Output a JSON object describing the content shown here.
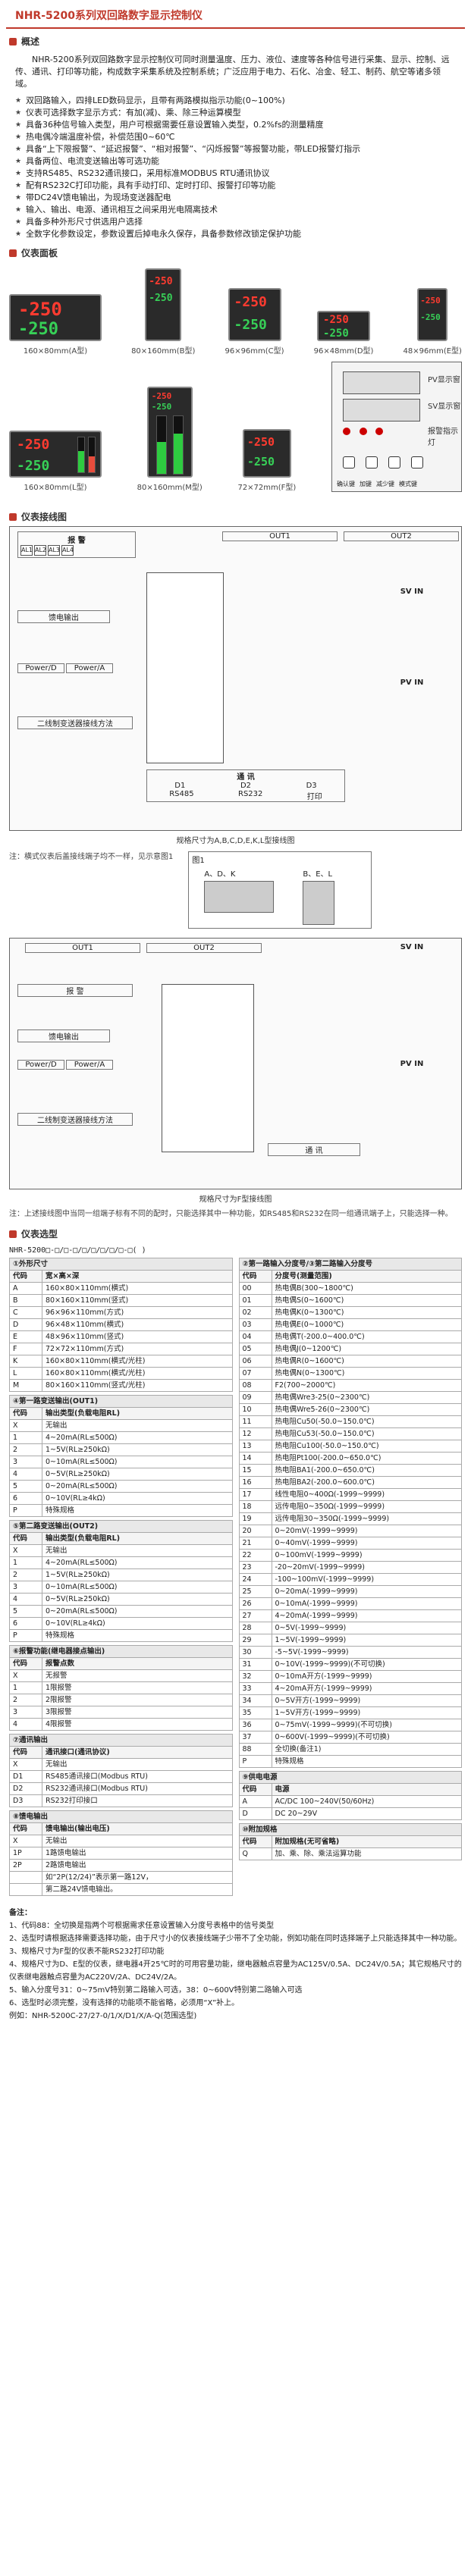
{
  "header": {
    "title": "NHR-5200系列双回路数字显示控制仪"
  },
  "overview": {
    "heading": "概述",
    "lead": "NHR-5200系列双回路数字显示控制仪可同时测量温度、压力、液位、速度等各种信号进行采集、显示、控制、远传、通讯、打印等功能，构成数字采集系统及控制系统；广泛应用于电力、石化、冶金、轻工、制药、航空等诸多领域。",
    "features": [
      "双回路输入，四排LED数码显示，且带有两路模拟指示功能(0~100%)",
      "仪表可选择数字显示方式：有加(减)、乘、除三种运算模型",
      "具备36种信号输入类型，用户可根据需要任意设置输入类型，0.2%fs的测量精度",
      "热电偶冷端温度补偿，补偿范围0~60℃",
      "具备“上下限报警”、“延迟报警”、“相对报警”、“闪烁报警”等报警功能，带LED报警灯指示",
      "具备两位、电流变送输出等可选功能",
      "支持RS485、RS232通讯接口，采用标准MODBUS RTU通讯协议",
      "配有RS232C打印功能，具有手动打印、定时打印、报警打印等功能",
      "带DC24V馈电输出，为现场变送器配电",
      "输入、输出、电源、通讯相互之间采用光电隔离技术",
      "具备多种外形尺寸供选用户选择",
      "全数字化参数设定，参数设置后掉电永久保存，具备参数修改锁定保护功能"
    ]
  },
  "panels": {
    "heading": "仪表面板",
    "row1": [
      {
        "caption": "160×80mm(A型)",
        "v1": "-250",
        "v2": "-250"
      },
      {
        "caption": "80×160mm(B型)",
        "v1": "-250",
        "v2": "-250"
      },
      {
        "caption": "96×96mm(C型)",
        "v1": "-250",
        "v2": "-250"
      },
      {
        "caption": "96×48mm(D型)",
        "v1": "-250",
        "v2": "-250"
      },
      {
        "caption": "48×96mm(E型)",
        "v1": "-250",
        "v2": "-250"
      }
    ],
    "row2": [
      {
        "caption": "160×80mm(L型)",
        "v1": "-250",
        "v2": "-250",
        "bar1": 0.6,
        "bar2": 0.45
      },
      {
        "caption": "80×160mm(M型)",
        "v1": "-250",
        "v2": "-250",
        "bar1": 0.55,
        "bar2": 0.7
      },
      {
        "caption": "72×72mm(F型)",
        "v1": "-250",
        "v2": "-250"
      }
    ],
    "faceplate": {
      "legend": [
        "PV显示窗",
        "SV显示窗",
        "报警指示灯"
      ],
      "keys": [
        "确认键",
        "加键",
        "减少键",
        "模式键"
      ]
    }
  },
  "wiring": {
    "heading": "仪表接线图",
    "diagram1": {
      "alarm_title": "报 警",
      "feed_title": "馈电输出",
      "power_labels": [
        "Power/D",
        "Power/A"
      ],
      "transmit_title": "二线制变送器接线方法",
      "out1": "OUT1",
      "out2": "OUT2",
      "svin": "SV IN",
      "pvin": "PV IN",
      "comm_title": "通 讯",
      "comm_ports": [
        "D1",
        "D2",
        "D3"
      ],
      "comm_labels": [
        "RS485",
        "RS232",
        "打印"
      ],
      "caption": "规格尺寸为A,B,C,D,E,K,L型接线图"
    },
    "note1": "注：横式仪表后盖接线端子均不一样，见示意图1",
    "figure_title": "图1",
    "figure_labels": [
      "A、D、K",
      "B、E、L"
    ],
    "diagram2": {
      "out1": "OUT1",
      "out2": "OUT2",
      "svin": "SV IN",
      "pvin": "PV IN",
      "alarm_title": "报 警",
      "feed_title": "馈电输出",
      "power_labels": [
        "Power/D",
        "Power/A"
      ],
      "transmit_title": "二线制变送器接线方法",
      "comm_title": "通 讯",
      "caption": "规格尺寸为F型接线图"
    },
    "note2": "注：上述接线图中当同一组端子标有不同的配时，只能选择其中一种功能，如RS485和RS232在同一组通讯端子上，只能选择一种。"
  },
  "model": {
    "heading": "仪表选型",
    "code_line": "NHR-5200□-□/□-□/□/□/□/□/□-□(  )",
    "left": [
      {
        "title": "①外形尺寸",
        "cols": [
          "代码",
          "宽×高×深"
        ],
        "rows": [
          [
            "A",
            "160×80×110mm(横式)"
          ],
          [
            "B",
            "80×160×110mm(竖式)"
          ],
          [
            "C",
            "96×96×110mm(方式)"
          ],
          [
            "D",
            "96×48×110mm(横式)"
          ],
          [
            "E",
            "48×96×110mm(竖式)"
          ],
          [
            "F",
            "72×72×110mm(方式)"
          ],
          [
            "K",
            "160×80×110mm(横式/光柱)"
          ],
          [
            "L",
            "160×80×110mm(横式/光柱)"
          ],
          [
            "M",
            "80×160×110mm(竖式/光柱)"
          ]
        ]
      },
      {
        "title": "④第一路变送输出(OUT1)",
        "cols": [
          "代码",
          "输出类型(负载电阻RL)"
        ],
        "rows": [
          [
            "X",
            "无输出"
          ],
          [
            "1",
            "4~20mA(RL≤500Ω)"
          ],
          [
            "2",
            "1~5V(RL≥250kΩ)"
          ],
          [
            "3",
            "0~10mA(RL≤500Ω)"
          ],
          [
            "4",
            "0~5V(RL≥250kΩ)"
          ],
          [
            "5",
            "0~20mA(RL≤500Ω)"
          ],
          [
            "6",
            "0~10V(RL≥4kΩ)"
          ],
          [
            "P",
            "特殊规格"
          ]
        ]
      },
      {
        "title": "⑤第二路变送输出(OUT2)",
        "cols": [
          "代码",
          "输出类型(负载电阻RL)"
        ],
        "rows": [
          [
            "X",
            "无输出"
          ],
          [
            "1",
            "4~20mA(RL≤500Ω)"
          ],
          [
            "2",
            "1~5V(RL≥250kΩ)"
          ],
          [
            "3",
            "0~10mA(RL≤500Ω)"
          ],
          [
            "4",
            "0~5V(RL≥250kΩ)"
          ],
          [
            "5",
            "0~20mA(RL≤500Ω)"
          ],
          [
            "6",
            "0~10V(RL≥4kΩ)"
          ],
          [
            "P",
            "特殊规格"
          ]
        ]
      },
      {
        "title": "⑥报警功能(继电器接点输出)",
        "cols": [
          "代码",
          "报警点数"
        ],
        "rows": [
          [
            "X",
            "无报警"
          ],
          [
            "1",
            "1限报警"
          ],
          [
            "2",
            "2限报警"
          ],
          [
            "3",
            "3限报警"
          ],
          [
            "4",
            "4限报警"
          ]
        ]
      },
      {
        "title": "⑦通讯输出",
        "cols": [
          "代码",
          "通讯接口(通讯协议)"
        ],
        "rows": [
          [
            "X",
            "无输出"
          ],
          [
            "D1",
            "RS485通讯接口(Modbus RTU)"
          ],
          [
            "D2",
            "RS232通讯接口(Modbus RTU)"
          ],
          [
            "D3",
            "RS232打印接口"
          ]
        ]
      },
      {
        "title": "⑧馈电输出",
        "cols": [
          "代码",
          "馈电输出(输出电压)"
        ],
        "rows": [
          [
            "X",
            "无输出"
          ],
          [
            "1P",
            "1路馈电输出"
          ],
          [
            "2P",
            "2路馈电输出"
          ],
          [
            "",
            "如“2P(12/24)”表示第一路12V，"
          ],
          [
            "",
            "第二路24V馈电输出。"
          ]
        ]
      }
    ],
    "right": [
      {
        "title": "②第一路输入分度号/③第二路输入分度号",
        "cols": [
          "代码",
          "分度号(测量范围)"
        ],
        "rows": [
          [
            "00",
            "热电偶B(300~1800℃)"
          ],
          [
            "01",
            "热电偶S(0~1600℃)"
          ],
          [
            "02",
            "热电偶K(0~1300℃)"
          ],
          [
            "03",
            "热电偶E(0~1000℃)"
          ],
          [
            "04",
            "热电偶T(-200.0~400.0℃)"
          ],
          [
            "05",
            "热电偶J(0~1200℃)"
          ],
          [
            "06",
            "热电偶R(0~1600℃)"
          ],
          [
            "07",
            "热电偶N(0~1300℃)"
          ],
          [
            "08",
            "F2(700~2000℃)"
          ],
          [
            "09",
            "热电偶Wre3-25(0~2300℃)"
          ],
          [
            "10",
            "热电偶Wre5-26(0~2300℃)"
          ],
          [
            "11",
            "热电阻Cu50(-50.0~150.0℃)"
          ],
          [
            "12",
            "热电阻Cu53(-50.0~150.0℃)"
          ],
          [
            "13",
            "热电阻Cu100(-50.0~150.0℃)"
          ],
          [
            "14",
            "热电阻Pt100(-200.0~650.0℃)"
          ],
          [
            "15",
            "热电阻BA1(-200.0~650.0℃)"
          ],
          [
            "16",
            "热电阻BA2(-200.0~600.0℃)"
          ],
          [
            "17",
            "线性电阻0~400Ω(-1999~9999)"
          ],
          [
            "18",
            "远传电阻0~350Ω(-1999~9999)"
          ],
          [
            "19",
            "远传电阻30~350Ω(-1999~9999)"
          ],
          [
            "20",
            "0~20mV(-1999~9999)"
          ],
          [
            "21",
            "0~40mV(-1999~9999)"
          ],
          [
            "22",
            "0~100mV(-1999~9999)"
          ],
          [
            "23",
            "-20~20mV(-1999~9999)"
          ],
          [
            "24",
            "-100~100mV(-1999~9999)"
          ],
          [
            "25",
            "0~20mA(-1999~9999)"
          ],
          [
            "26",
            "0~10mA(-1999~9999)"
          ],
          [
            "27",
            "4~20mA(-1999~9999)"
          ],
          [
            "28",
            "0~5V(-1999~9999)"
          ],
          [
            "29",
            "1~5V(-1999~9999)"
          ],
          [
            "30",
            "-5~5V(-1999~9999)"
          ],
          [
            "31",
            "0~10V(-1999~9999)(不可切换)"
          ],
          [
            "32",
            "0~10mA开方(-1999~9999)"
          ],
          [
            "33",
            "4~20mA开方(-1999~9999)"
          ],
          [
            "34",
            "0~5V开方(-1999~9999)"
          ],
          [
            "35",
            "1~5V开方(-1999~9999)"
          ],
          [
            "36",
            "0~75mV(-1999~9999)(不可切换)"
          ],
          [
            "37",
            "0~600V(-1999~9999)(不可切换)"
          ],
          [
            "88",
            "全切换(备注1)"
          ],
          [
            "P",
            "特殊规格"
          ]
        ]
      },
      {
        "title": "⑨供电电源",
        "cols": [
          "代码",
          "电源"
        ],
        "rows": [
          [
            "A",
            "AC/DC 100~240V(50/60Hz)"
          ],
          [
            "D",
            "DC 20~29V"
          ]
        ]
      },
      {
        "title": "⑩附加规格",
        "cols": [
          "代码",
          "附加规格(无可省略)"
        ],
        "rows": [
          [
            "Q",
            "加、乘、除、乘法运算功能"
          ]
        ]
      }
    ]
  },
  "remarks": {
    "heading": "备注：",
    "items": [
      "1、代码88：全切换是指两个可根据需求任意设置输入分度号表格中的信号类型",
      "2、选型时请根据选择需要选择功能，由于尺寸小的仪表接线端子少带不了全功能，例如功能在同时选择端子上只能选择其中一种功能。",
      "3、规格尺寸为F型的仪表不能RS232打印功能",
      "4、规格尺寸为D、E型的仪表，继电器4开25℃时的可用容量功能，继电器触点容量为AC125V/0.5A、DC24V/0.5A；其它规格尺寸的仪表继电器触点容量为AC220V/2A、DC24V/2A。",
      "5、输入分度号31：0~75mV特别第二路输入可选，38：0~600V特别第二路输入可选",
      "6、选型时必须完整，没有选择的功能项不能省略，必须用“X”补上。"
    ],
    "example": "例如：NHR-5200C-27/27-0/1/X/D1/X/A-Q(范围选型)"
  }
}
